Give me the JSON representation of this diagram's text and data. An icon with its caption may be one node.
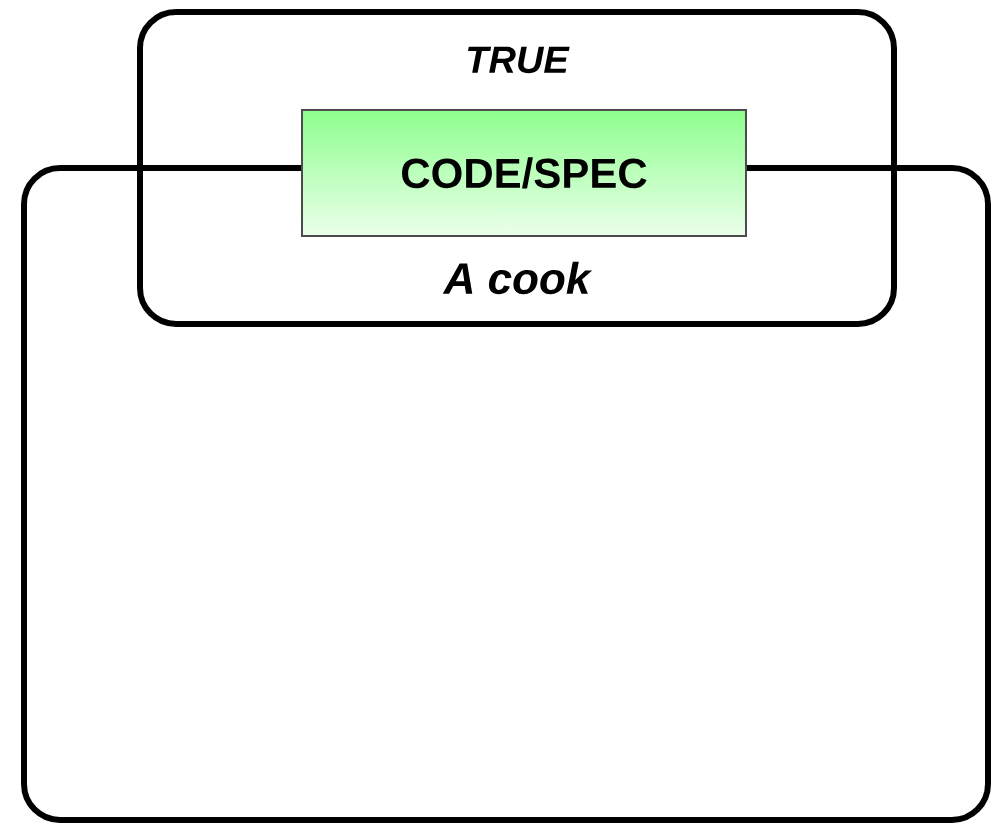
{
  "diagram": {
    "nodes": [
      {
        "text": [
          "TRUE",
          "A cook"
        ]
      },
      {
        "text": [],
        "shape": "box"
      },
      {
        "text": [
          "CODE/SPEC"
        ],
        "in": 0
      }
    ]
  }
}
